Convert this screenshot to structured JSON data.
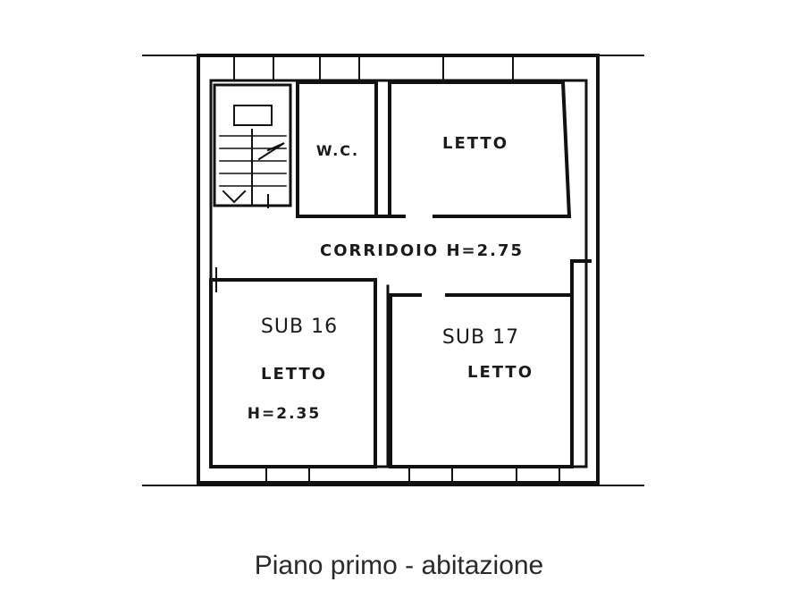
{
  "plan": {
    "labels": {
      "wc": "W.C.",
      "letto_top": "LETTO",
      "corridor": "CORRIDOIO H=2.75",
      "sub16": "SUB 16",
      "letto_sub16": "LETTO",
      "height_sub16": "H=2.35",
      "sub17": "SUB 17",
      "letto_sub17": "LETTO"
    }
  },
  "caption": "Piano primo - abitazione"
}
